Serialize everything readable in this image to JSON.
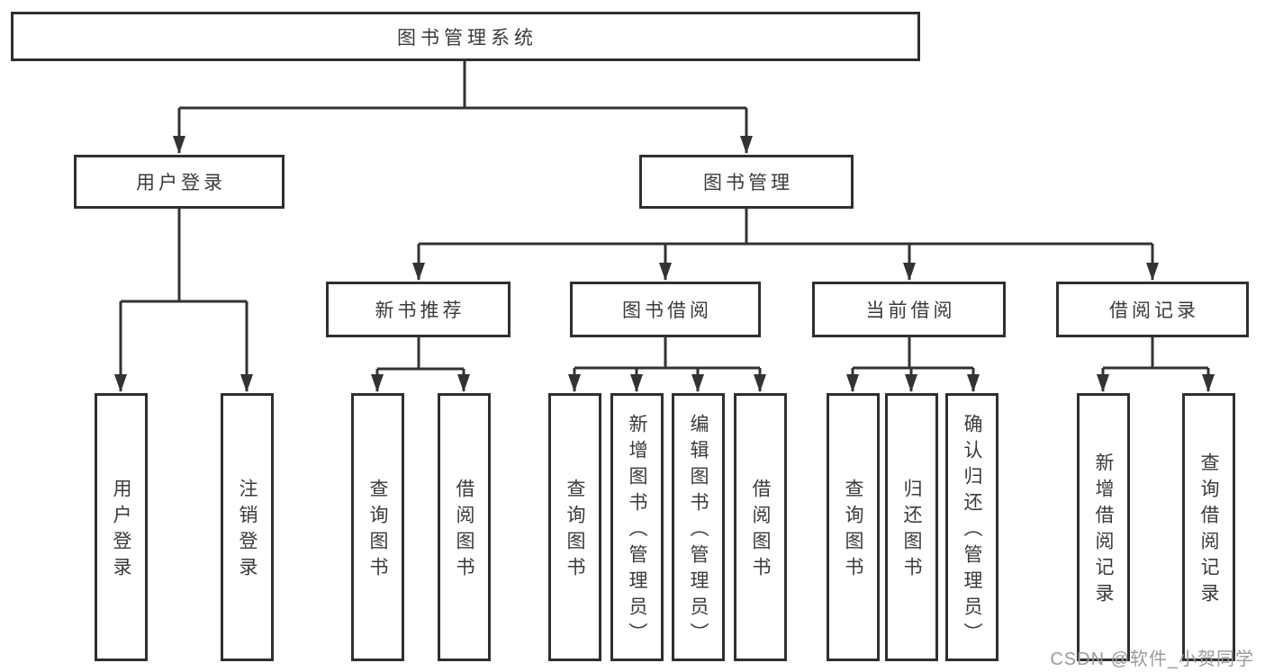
{
  "diagram": {
    "root": {
      "label": "图书管理系统"
    },
    "level2": [
      {
        "label": "用户登录"
      },
      {
        "label": "图书管理"
      }
    ],
    "level3": [
      {
        "label": "新书推荐",
        "parent": "图书管理"
      },
      {
        "label": "图书借阅",
        "parent": "图书管理"
      },
      {
        "label": "当前借阅",
        "parent": "图书管理"
      },
      {
        "label": "借阅记录",
        "parent": "图书管理"
      }
    ],
    "leaves": [
      {
        "label": "用户登录",
        "parent": "用户登录"
      },
      {
        "label": "注销登录",
        "parent": "用户登录"
      },
      {
        "label": "查询图书",
        "parent": "新书推荐"
      },
      {
        "label": "借阅图书",
        "parent": "新书推荐"
      },
      {
        "label": "查询图书",
        "parent": "图书借阅"
      },
      {
        "label": "新增图书（管理员）",
        "parent": "图书借阅"
      },
      {
        "label": "编辑图书（管理员）",
        "parent": "图书借阅"
      },
      {
        "label": "借阅图书",
        "parent": "图书借阅"
      },
      {
        "label": "查询图书",
        "parent": "当前借阅"
      },
      {
        "label": "归还图书",
        "parent": "当前借阅"
      },
      {
        "label": "确认归还（管理员）",
        "parent": "当前借阅"
      },
      {
        "label": "新增借阅记录",
        "parent": "借阅记录"
      },
      {
        "label": "查询借阅记录",
        "parent": "借阅记录"
      }
    ],
    "watermark": "CSDN @软件_小贺同学",
    "colors": {
      "background": "#ffffff",
      "box_border": "#2f2f2f",
      "text": "#3a3a3a",
      "connector": "#333333",
      "watermark_text": "#9a9a9a"
    }
  }
}
